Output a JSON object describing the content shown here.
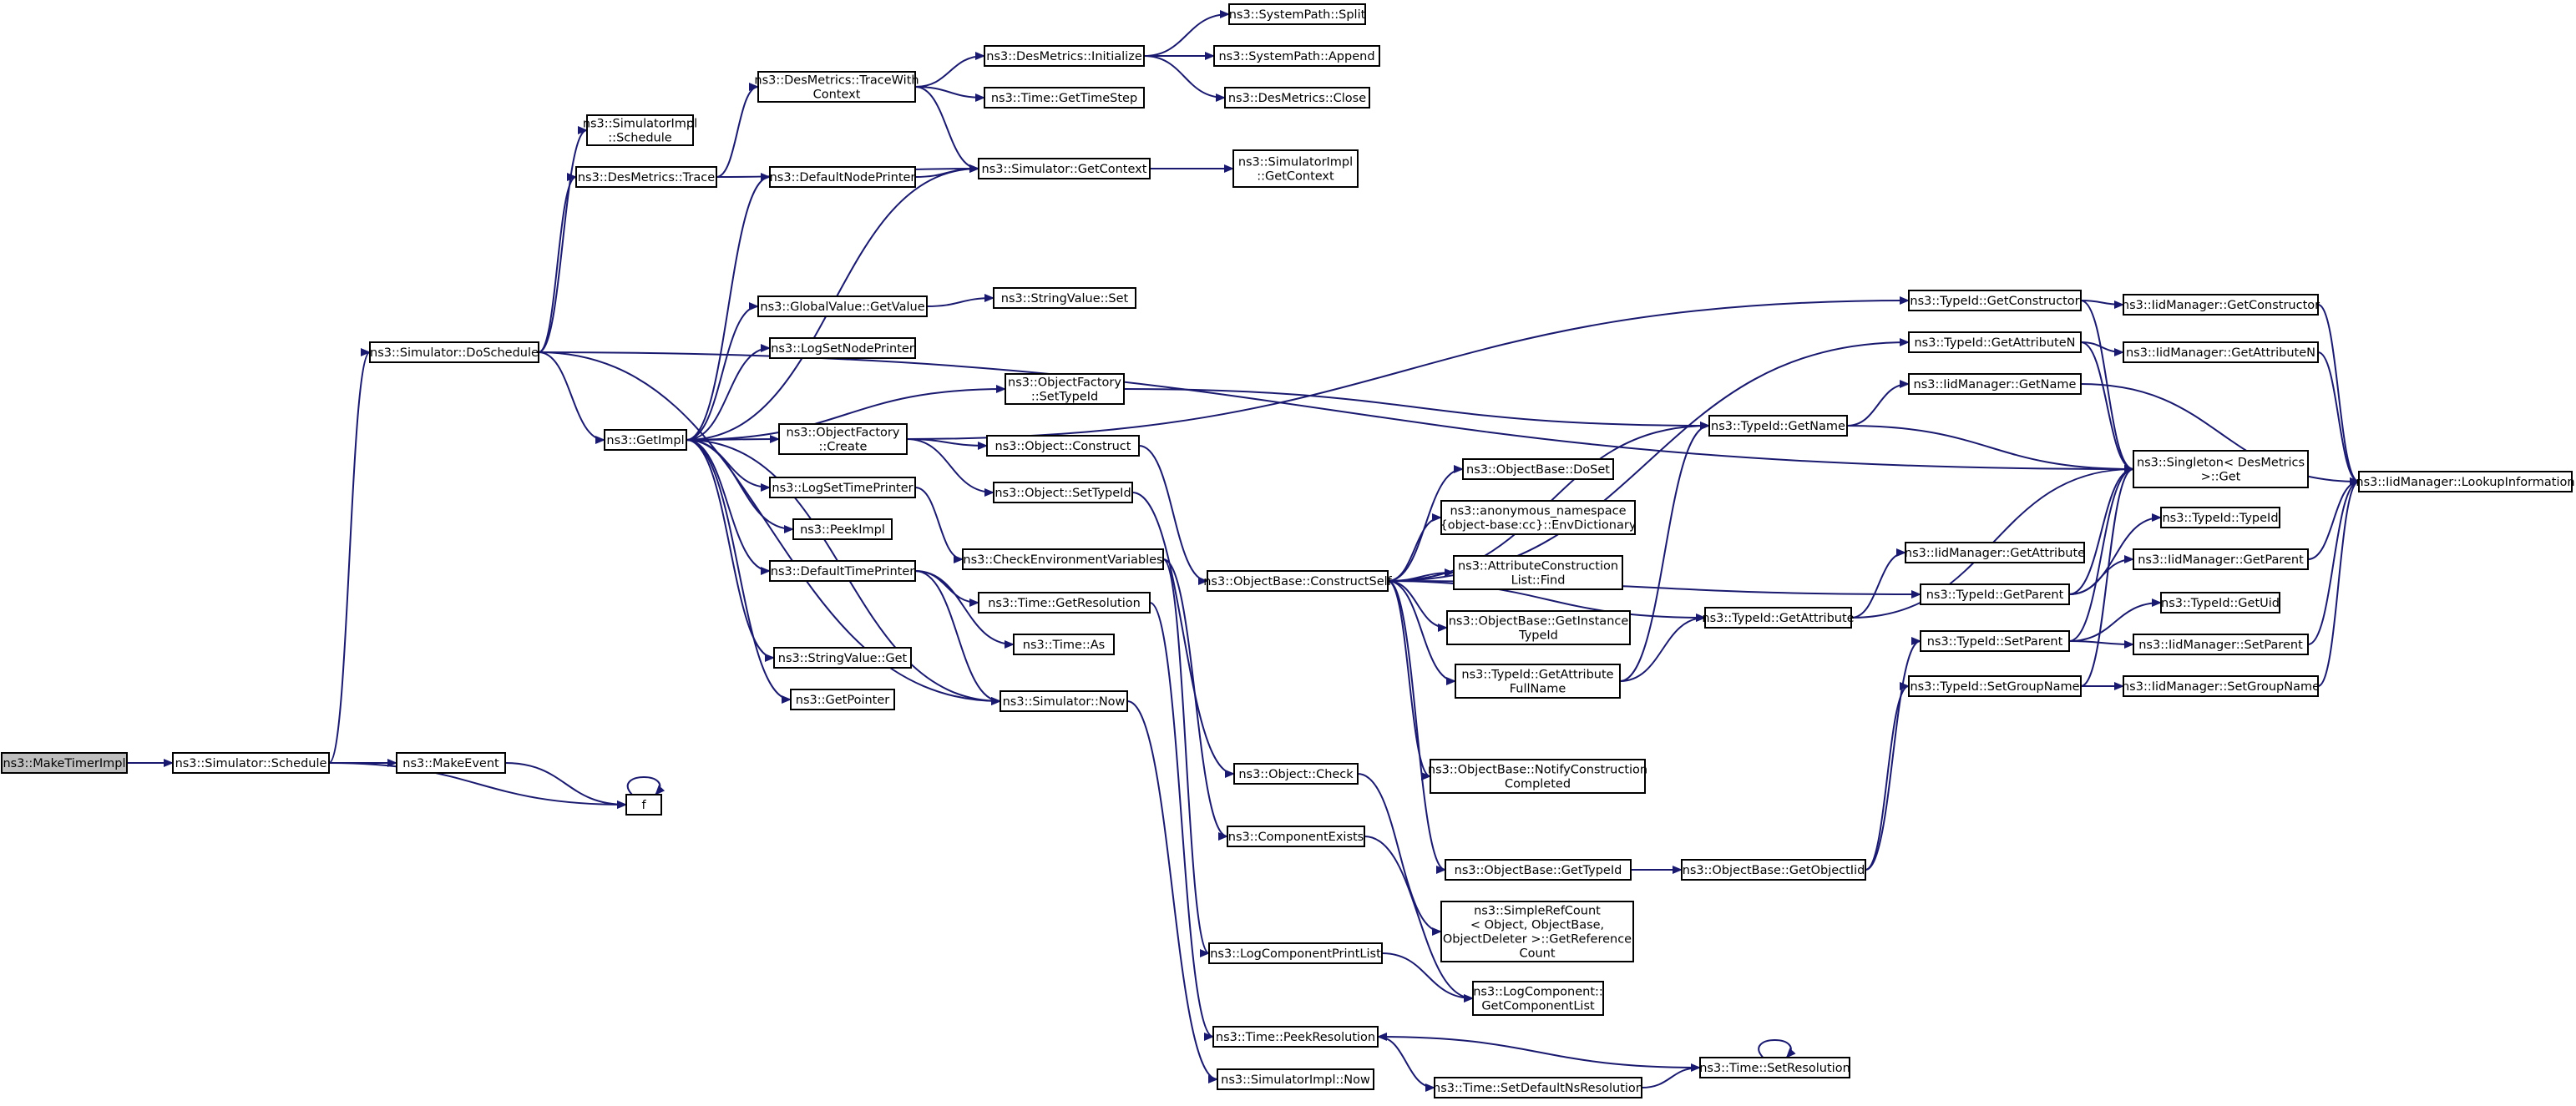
{
  "diagram": {
    "title": "",
    "root": "ns3::MakeTimerImpl",
    "colors": {
      "edge": "#191970",
      "node_fill": "#ffffff",
      "root_fill": "#bfbfbf",
      "node_border": "#000000"
    },
    "nodes": [
      {
        "id": "maketimerimpl",
        "lines": [
          "ns3::MakeTimerImpl"
        ],
        "root": true
      },
      {
        "id": "sim_schedule",
        "lines": [
          "ns3::Simulator::Schedule"
        ]
      },
      {
        "id": "makeevent",
        "lines": [
          "ns3::MakeEvent"
        ]
      },
      {
        "id": "f",
        "lines": [
          "f"
        ]
      },
      {
        "id": "doschedule",
        "lines": [
          "ns3::Simulator::DoSchedule"
        ]
      },
      {
        "id": "simimpl_schedule",
        "lines": [
          "ns3::SimulatorImpl",
          "::Schedule"
        ]
      },
      {
        "id": "desmetrics_trace",
        "lines": [
          "ns3::DesMetrics::Trace"
        ]
      },
      {
        "id": "tracewithcontext",
        "lines": [
          "ns3::DesMetrics::TraceWith",
          "Context"
        ]
      },
      {
        "id": "desmetrics_init",
        "lines": [
          "ns3::DesMetrics::Initialize"
        ]
      },
      {
        "id": "syspath_split",
        "lines": [
          "ns3::SystemPath::Split"
        ]
      },
      {
        "id": "syspath_append",
        "lines": [
          "ns3::SystemPath::Append"
        ]
      },
      {
        "id": "desmetrics_close",
        "lines": [
          "ns3::DesMetrics::Close"
        ]
      },
      {
        "id": "time_gettimestep",
        "lines": [
          "ns3::Time::GetTimeStep"
        ]
      },
      {
        "id": "defaultnodeprinter",
        "lines": [
          "ns3::DefaultNodePrinter"
        ]
      },
      {
        "id": "sim_getcontext",
        "lines": [
          "ns3::Simulator::GetContext"
        ]
      },
      {
        "id": "simimpl_getcontext",
        "lines": [
          "ns3::SimulatorImpl",
          "::GetContext"
        ]
      },
      {
        "id": "getimpl",
        "lines": [
          "ns3::GetImpl"
        ]
      },
      {
        "id": "globalvalue_getvalue",
        "lines": [
          "ns3::GlobalValue::GetValue"
        ]
      },
      {
        "id": "stringvalue_set",
        "lines": [
          "ns3::StringValue::Set"
        ]
      },
      {
        "id": "logsetnodeprinter",
        "lines": [
          "ns3::LogSetNodePrinter"
        ]
      },
      {
        "id": "objfactory_settypeid",
        "lines": [
          "ns3::ObjectFactory",
          "::SetTypeId"
        ]
      },
      {
        "id": "objfactory_create",
        "lines": [
          "ns3::ObjectFactory",
          "::Create"
        ]
      },
      {
        "id": "object_construct",
        "lines": [
          "ns3::Object::Construct"
        ]
      },
      {
        "id": "object_settypeid",
        "lines": [
          "ns3::Object::SetTypeId"
        ]
      },
      {
        "id": "logsettimeprinter",
        "lines": [
          "ns3::LogSetTimePrinter"
        ]
      },
      {
        "id": "peekimpl",
        "lines": [
          "ns3::PeekImpl"
        ]
      },
      {
        "id": "checkenvvars",
        "lines": [
          "ns3::CheckEnvironmentVariables"
        ]
      },
      {
        "id": "defaulttimeprinter",
        "lines": [
          "ns3::DefaultTimePrinter"
        ]
      },
      {
        "id": "time_getresolution",
        "lines": [
          "ns3::Time::GetResolution"
        ]
      },
      {
        "id": "time_as",
        "lines": [
          "ns3::Time::As"
        ]
      },
      {
        "id": "stringvalue_get",
        "lines": [
          "ns3::StringValue::Get"
        ]
      },
      {
        "id": "getpointer",
        "lines": [
          "ns3::GetPointer"
        ]
      },
      {
        "id": "sim_now",
        "lines": [
          "ns3::Simulator::Now"
        ]
      },
      {
        "id": "object_check",
        "lines": [
          "ns3::Object::Check"
        ]
      },
      {
        "id": "componentexists",
        "lines": [
          "ns3::ComponentExists"
        ]
      },
      {
        "id": "logcomponentprintlist",
        "lines": [
          "ns3::LogComponentPrintList"
        ]
      },
      {
        "id": "time_peekresolution",
        "lines": [
          "ns3::Time::PeekResolution"
        ]
      },
      {
        "id": "simimpl_now",
        "lines": [
          "ns3::SimulatorImpl::Now"
        ]
      },
      {
        "id": "time_setdefaultns",
        "lines": [
          "ns3::Time::SetDefaultNsResolution"
        ]
      },
      {
        "id": "time_setresolution",
        "lines": [
          "ns3::Time::SetResolution"
        ]
      },
      {
        "id": "constructself",
        "lines": [
          "ns3::ObjectBase::ConstructSelf"
        ]
      },
      {
        "id": "objectbase_doset",
        "lines": [
          "ns3::ObjectBase::DoSet"
        ]
      },
      {
        "id": "envdictionary",
        "lines": [
          "ns3::anonymous_namespace",
          "{object-base:cc}::EnvDictionary"
        ]
      },
      {
        "id": "attrconstrlist_find",
        "lines": [
          "ns3::AttributeConstruction",
          "List::Find"
        ]
      },
      {
        "id": "getinstancetypeid",
        "lines": [
          "ns3::ObjectBase::GetInstance",
          "TypeId"
        ]
      },
      {
        "id": "getattributefullname",
        "lines": [
          "ns3::TypeId::GetAttribute",
          "FullName"
        ]
      },
      {
        "id": "notifyconstruction",
        "lines": [
          "ns3::ObjectBase::NotifyConstruction",
          "Completed"
        ]
      },
      {
        "id": "objectbase_gettypeid",
        "lines": [
          "ns3::ObjectBase::GetTypeId"
        ]
      },
      {
        "id": "getobjectiid",
        "lines": [
          "ns3::ObjectBase::GetObjectIid"
        ]
      },
      {
        "id": "simplerefcount",
        "lines": [
          "ns3::SimpleRefCount",
          "< Object, ObjectBase,",
          "ObjectDeleter >::GetReference",
          "Count"
        ]
      },
      {
        "id": "logcomp_getcomplist",
        "lines": [
          "ns3::LogComponent::",
          "GetComponentList"
        ]
      },
      {
        "id": "typeid_getconstructor",
        "lines": [
          "ns3::TypeId::GetConstructor"
        ]
      },
      {
        "id": "typeid_getattributen",
        "lines": [
          "ns3::TypeId::GetAttributeN"
        ]
      },
      {
        "id": "typeid_getname",
        "lines": [
          "ns3::TypeId::GetName"
        ]
      },
      {
        "id": "iid_getname",
        "lines": [
          "ns3::IidManager::GetName"
        ]
      },
      {
        "id": "iid_getconstructor",
        "lines": [
          "ns3::IidManager::GetConstructor"
        ]
      },
      {
        "id": "iid_getattributen",
        "lines": [
          "ns3::IidManager::GetAttributeN"
        ]
      },
      {
        "id": "singleton_get",
        "lines": [
          "ns3::Singleton< DesMetrics",
          ">::Get"
        ]
      },
      {
        "id": "iid_lookupinfo",
        "lines": [
          "ns3::IidManager::LookupInformation"
        ]
      },
      {
        "id": "iid_getattribute",
        "lines": [
          "ns3::IidManager::GetAttribute"
        ]
      },
      {
        "id": "typeid_getattribute",
        "lines": [
          "ns3::TypeId::GetAttribute"
        ]
      },
      {
        "id": "typeid_getparent",
        "lines": [
          "ns3::TypeId::GetParent"
        ]
      },
      {
        "id": "typeid_setparent",
        "lines": [
          "ns3::TypeId::SetParent"
        ]
      },
      {
        "id": "typeid_setgroupname",
        "lines": [
          "ns3::TypeId::SetGroupName"
        ]
      },
      {
        "id": "typeid_typeid",
        "lines": [
          "ns3::TypeId::TypeId"
        ]
      },
      {
        "id": "iid_getparent",
        "lines": [
          "ns3::IidManager::GetParent"
        ]
      },
      {
        "id": "typeid_getuid",
        "lines": [
          "ns3::TypeId::GetUid"
        ]
      },
      {
        "id": "iid_setparent",
        "lines": [
          "ns3::IidManager::SetParent"
        ]
      },
      {
        "id": "iid_setgroupname",
        "lines": [
          "ns3::IidManager::SetGroupName"
        ]
      }
    ],
    "edges": [
      [
        "maketimerimpl",
        "sim_schedule"
      ],
      [
        "sim_schedule",
        "makeevent"
      ],
      [
        "sim_schedule",
        "f"
      ],
      [
        "sim_schedule",
        "doschedule"
      ],
      [
        "makeevent",
        "f"
      ],
      [
        "f",
        "f"
      ],
      [
        "doschedule",
        "simimpl_schedule"
      ],
      [
        "doschedule",
        "desmetrics_trace"
      ],
      [
        "doschedule",
        "getimpl"
      ],
      [
        "doschedule",
        "singleton_get"
      ],
      [
        "doschedule",
        "sim_now"
      ],
      [
        "desmetrics_trace",
        "tracewithcontext"
      ],
      [
        "desmetrics_trace",
        "sim_getcontext"
      ],
      [
        "tracewithcontext",
        "desmetrics_init"
      ],
      [
        "tracewithcontext",
        "time_gettimestep"
      ],
      [
        "tracewithcontext",
        "sim_getcontext"
      ],
      [
        "desmetrics_init",
        "syspath_split"
      ],
      [
        "desmetrics_init",
        "syspath_append"
      ],
      [
        "desmetrics_init",
        "desmetrics_close"
      ],
      [
        "sim_getcontext",
        "simimpl_getcontext"
      ],
      [
        "defaultnodeprinter",
        "sim_getcontext"
      ],
      [
        "getimpl",
        "defaultnodeprinter"
      ],
      [
        "getimpl",
        "sim_getcontext"
      ],
      [
        "getimpl",
        "globalvalue_getvalue"
      ],
      [
        "getimpl",
        "logsetnodeprinter"
      ],
      [
        "getimpl",
        "objfactory_settypeid"
      ],
      [
        "getimpl",
        "objfactory_create"
      ],
      [
        "getimpl",
        "logsettimeprinter"
      ],
      [
        "getimpl",
        "peekimpl"
      ],
      [
        "getimpl",
        "defaulttimeprinter"
      ],
      [
        "getimpl",
        "stringvalue_get"
      ],
      [
        "getimpl",
        "getpointer"
      ],
      [
        "getimpl",
        "sim_now"
      ],
      [
        "globalvalue_getvalue",
        "stringvalue_set"
      ],
      [
        "objfactory_settypeid",
        "typeid_getname"
      ],
      [
        "objfactory_create",
        "object_construct"
      ],
      [
        "objfactory_create",
        "object_settypeid"
      ],
      [
        "objfactory_create",
        "typeid_getconstructor"
      ],
      [
        "logsettimeprinter",
        "checkenvvars"
      ],
      [
        "object_construct",
        "constructself"
      ],
      [
        "object_settypeid",
        "object_check"
      ],
      [
        "checkenvvars",
        "componentexists"
      ],
      [
        "checkenvvars",
        "logcomponentprintlist"
      ],
      [
        "defaulttimeprinter",
        "time_getresolution"
      ],
      [
        "defaulttimeprinter",
        "time_as"
      ],
      [
        "defaulttimeprinter",
        "sim_now"
      ],
      [
        "time_getresolution",
        "time_peekresolution"
      ],
      [
        "sim_now",
        "simimpl_now"
      ],
      [
        "time_peekresolution",
        "time_setdefaultns"
      ],
      [
        "time_setdefaultns",
        "time_setresolution"
      ],
      [
        "time_setresolution",
        "time_peekresolution"
      ],
      [
        "time_setresolution",
        "time_setresolution"
      ],
      [
        "componentexists",
        "logcomp_getcomplist"
      ],
      [
        "logcomponentprintlist",
        "logcomp_getcomplist"
      ],
      [
        "object_check",
        "simplerefcount"
      ],
      [
        "constructself",
        "objectbase_doset"
      ],
      [
        "constructself",
        "envdictionary"
      ],
      [
        "constructself",
        "attrconstrlist_find"
      ],
      [
        "constructself",
        "getinstancetypeid"
      ],
      [
        "constructself",
        "getattributefullname"
      ],
      [
        "constructself",
        "notifyconstruction"
      ],
      [
        "constructself",
        "objectbase_gettypeid"
      ],
      [
        "constructself",
        "typeid_getattribute"
      ],
      [
        "constructself",
        "typeid_getparent"
      ],
      [
        "constructself",
        "typeid_getattributen"
      ],
      [
        "constructself",
        "typeid_getname"
      ],
      [
        "getattributefullname",
        "typeid_getattribute"
      ],
      [
        "getattributefullname",
        "typeid_getname"
      ],
      [
        "objectbase_gettypeid",
        "getobjectiid"
      ],
      [
        "getobjectiid",
        "typeid_setparent"
      ],
      [
        "getobjectiid",
        "typeid_setgroupname"
      ],
      [
        "typeid_getattribute",
        "iid_getattribute"
      ],
      [
        "typeid_getattribute",
        "singleton_get"
      ],
      [
        "typeid_getconstructor",
        "iid_getconstructor"
      ],
      [
        "typeid_getconstructor",
        "singleton_get"
      ],
      [
        "typeid_getattributen",
        "iid_getattributen"
      ],
      [
        "typeid_getattributen",
        "singleton_get"
      ],
      [
        "typeid_getname",
        "iid_getname"
      ],
      [
        "typeid_getname",
        "singleton_get"
      ],
      [
        "iid_getconstructor",
        "iid_lookupinfo"
      ],
      [
        "iid_getattributen",
        "iid_lookupinfo"
      ],
      [
        "iid_getname",
        "iid_lookupinfo"
      ],
      [
        "typeid_getparent",
        "singleton_get"
      ],
      [
        "typeid_getparent",
        "typeid_typeid"
      ],
      [
        "typeid_getparent",
        "iid_getparent"
      ],
      [
        "typeid_setparent",
        "singleton_get"
      ],
      [
        "typeid_setparent",
        "typeid_getuid"
      ],
      [
        "typeid_setparent",
        "iid_setparent"
      ],
      [
        "typeid_setgroupname",
        "singleton_get"
      ],
      [
        "typeid_setgroupname",
        "iid_setgroupname"
      ],
      [
        "iid_getparent",
        "iid_lookupinfo"
      ],
      [
        "iid_setparent",
        "iid_lookupinfo"
      ],
      [
        "iid_setgroupname",
        "iid_lookupinfo"
      ]
    ]
  }
}
